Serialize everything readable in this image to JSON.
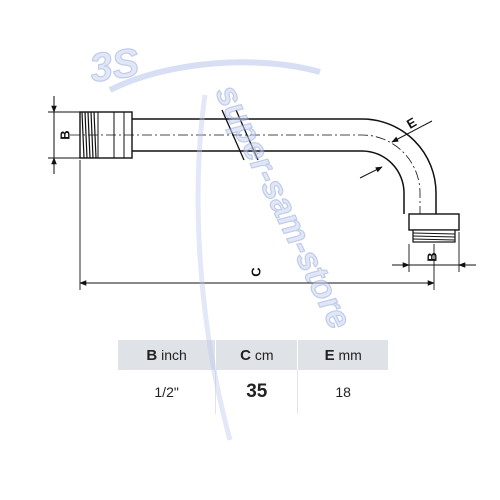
{
  "diagram": {
    "labels": {
      "b_left": "B",
      "b_right": "B",
      "c": "C",
      "e": "E"
    }
  },
  "table": {
    "headers": [
      {
        "key": "B",
        "unit": "inch"
      },
      {
        "key": "C",
        "unit": "cm"
      },
      {
        "key": "E",
        "unit": "mm"
      }
    ],
    "row": [
      "1/2\"",
      "35",
      "18"
    ]
  },
  "watermark": {
    "text": "super-sam-store",
    "mark": "3S"
  },
  "colors": {
    "line": "#111111",
    "table_header": "#dfe3e8",
    "watermark": "#8fa3da"
  }
}
